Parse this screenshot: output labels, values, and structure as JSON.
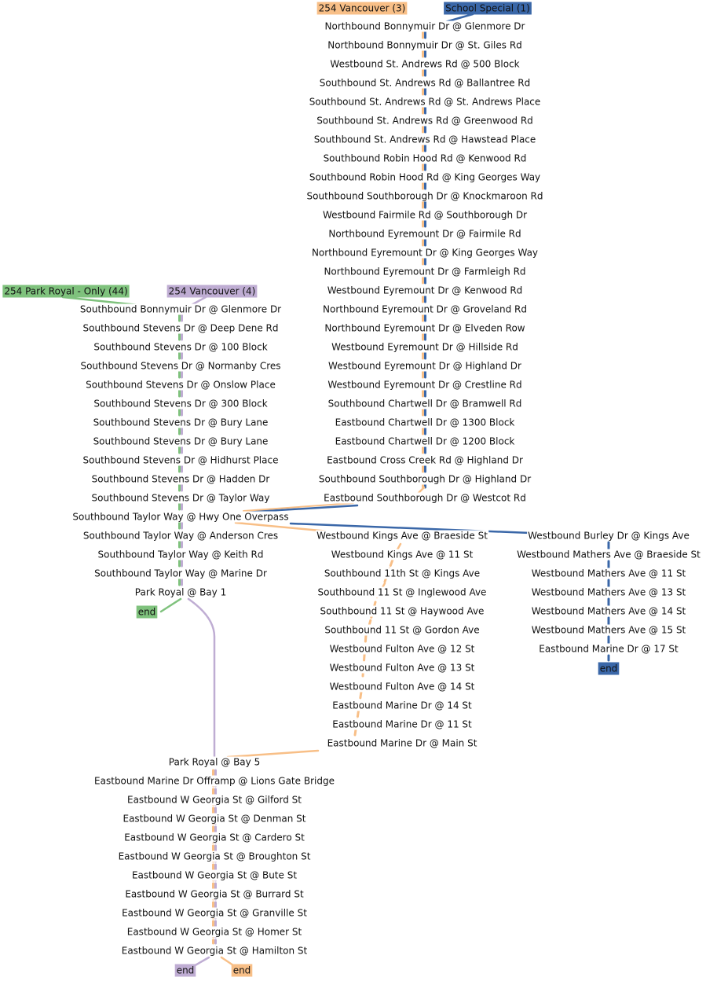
{
  "colors": {
    "vancouver3": "#f8bf87",
    "school": "#3a67a8",
    "parkroyal": "#7fc27d",
    "vancouver4": "#bfadd3",
    "text": "#111111"
  },
  "route_tags": {
    "vancouver3": "254 Vancouver (3)",
    "school": "School Special (1)",
    "parkroyal": "254 Park Royal - Only (44)",
    "vancouver4": "254 Vancouver (4)"
  },
  "end_labels": {
    "parkroyal": "end",
    "school": "end",
    "vancouver4": "end",
    "vancouver3": "end"
  },
  "stops": {
    "a": [
      "Northbound Bonnymuir Dr @ Glenmore Dr",
      "Northbound Bonnymuir Dr @ St. Giles Rd",
      "Westbound St. Andrews Rd @ 500 Block",
      "Southbound St. Andrews Rd @ Ballantree Rd",
      "Southbound St. Andrews Rd @ St. Andrews Place",
      "Southbound St. Andrews Rd @ Greenwood Rd",
      "Southbound St. Andrews Rd @ Hawstead Place",
      "Southbound Robin Hood Rd @ Kenwood Rd",
      "Southbound Robin Hood Rd @ King Georges Way",
      "Southbound Southborough Dr @ Knockmaroon Rd",
      "Westbound Fairmile Rd @ Southborough Dr",
      "Northbound Eyremount Dr @ Fairmile Rd",
      "Northbound Eyremount Dr @ King Georges Way",
      "Northbound Eyremount Dr @ Farmleigh Rd",
      "Westbound Eyremount Dr @ Kenwood Rd",
      "Northbound Eyremount Dr @ Groveland Rd",
      "Northbound Eyremount Dr @ Elveden Row",
      "Westbound Eyremount Dr @ Hillside Rd",
      "Westbound Eyremount Dr @ Highland Dr",
      "Westbound Eyremount Dr @ Crestline Rd",
      "Southbound Chartwell Dr @ Bramwell Rd",
      "Eastbound Chartwell Dr @ 1300 Block",
      "Eastbound Chartwell Dr @ 1200 Block",
      "Eastbound Cross Creek Rd @ Highland Dr",
      "Southbound Southborough Dr @ Highland Dr",
      "Eastbound Southborough Dr @ Westcot Rd"
    ],
    "b": [
      "Southbound Bonnymuir Dr @ Glenmore Dr",
      "Southbound Stevens Dr @ Deep Dene Rd",
      "Southbound Stevens Dr @ 100 Block",
      "Southbound Stevens Dr @ Normanby Cres",
      "Southbound Stevens Dr @ Onslow Place",
      "Southbound Stevens Dr @ 300 Block",
      "Southbound Stevens Dr @ Bury Lane",
      "Southbound Stevens Dr @ Bury Lane",
      "Southbound Stevens Dr @ Hidhurst Place",
      "Southbound Stevens Dr @ Hadden Dr",
      "Southbound Stevens Dr @ Taylor Way",
      "Southbound Taylor Way @ Hwy One Overpass",
      "Southbound Taylor Way @ Anderson Cres",
      "Southbound Taylor Way @ Keith Rd",
      "Southbound Taylor Way @ Marine Dr",
      "Park Royal @ Bay 1"
    ],
    "c": [
      "Westbound Kings Ave @ Braeside St",
      "Westbound Kings Ave @ 11 St",
      "Southbound 11th St @ Kings Ave",
      "Southbound 11 St @ Inglewood Ave",
      "Southbound 11 St @ Haywood Ave",
      "Southbound 11 St @ Gordon Ave",
      "Westbound Fulton Ave @ 12 St",
      "Westbound Fulton Ave @ 13 St",
      "Westbound Fulton Ave @ 14 St",
      "Eastbound Marine Dr @ 14 St",
      "Eastbound Marine Dr @ 11 St",
      "Eastbound Marine Dr @ Main St"
    ],
    "d": [
      "Westbound Burley Dr @ Kings Ave",
      "Westbound Mathers Ave @ Braeside St",
      "Westbound Mathers Ave @ 11 St",
      "Westbound Mathers Ave @ 13 St",
      "Westbound Mathers Ave @ 14 St",
      "Westbound Mathers Ave @ 15 St",
      "Eastbound Marine Dr @ 17 St"
    ],
    "e": [
      "Park Royal @ Bay 5",
      "Eastbound Marine Dr Offramp @ Lions Gate Bridge",
      "Eastbound W Georgia St @ Gilford St",
      "Eastbound W Georgia St @ Denman St",
      "Eastbound W Georgia St @ Cardero St",
      "Eastbound W Georgia St @ Broughton St",
      "Eastbound W Georgia St @ Bute St",
      "Eastbound W Georgia St @ Burrard St",
      "Eastbound W Georgia St @ Granville St",
      "Eastbound W Georgia St @ Homer St",
      "Eastbound W Georgia St @ Hamilton St"
    ]
  }
}
